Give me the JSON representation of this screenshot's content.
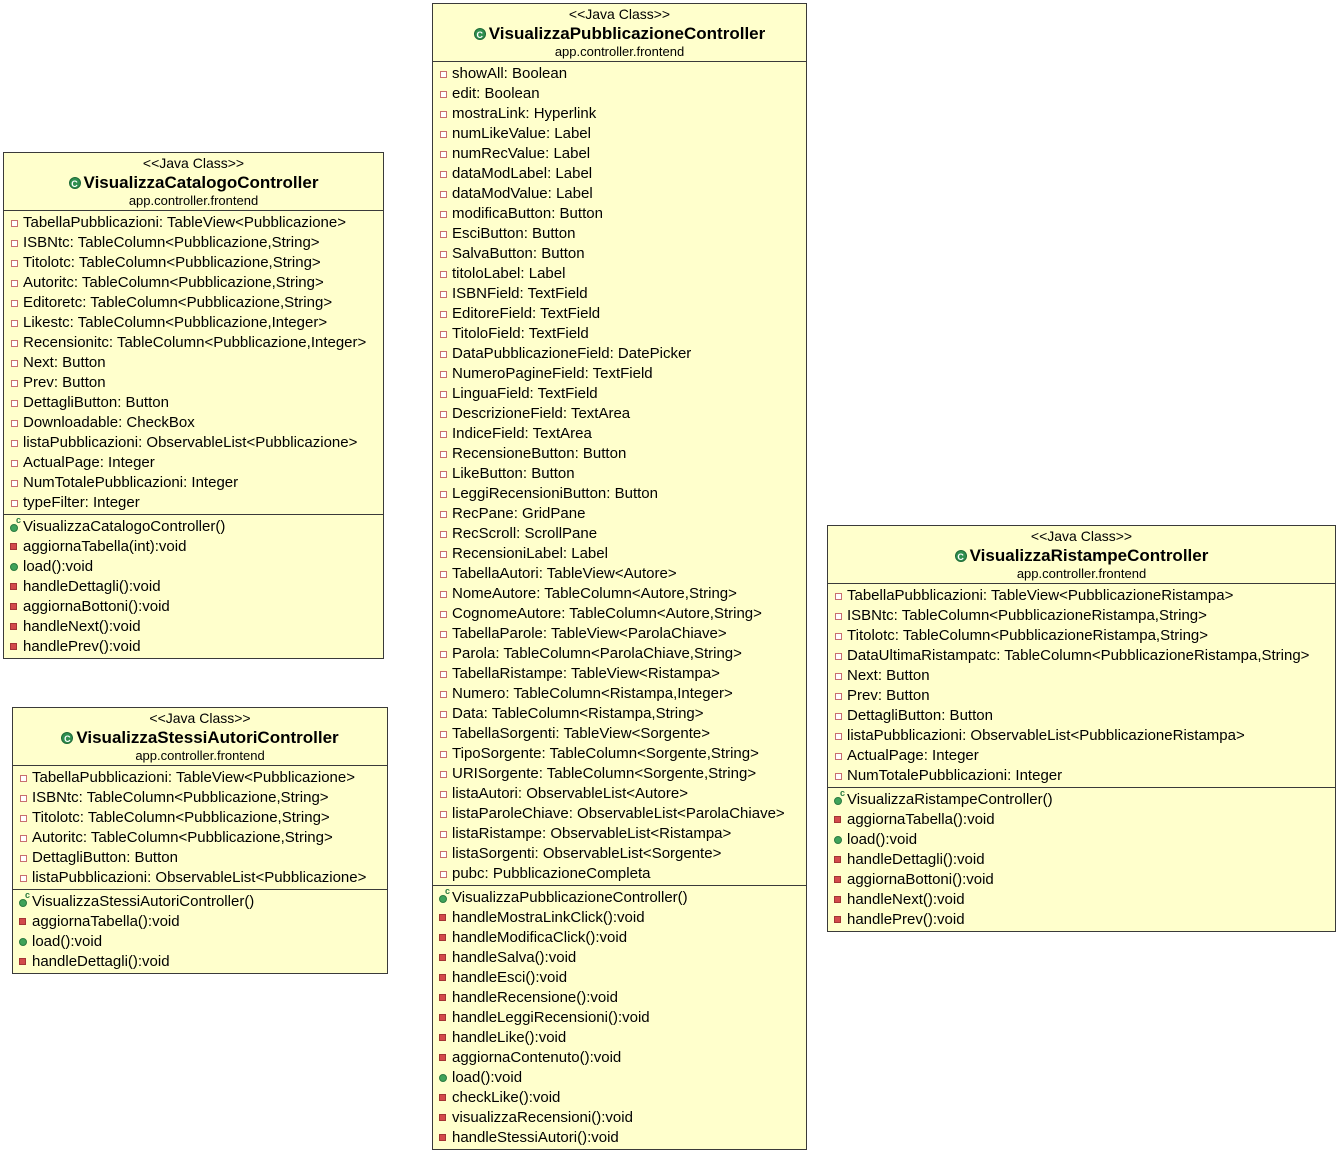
{
  "classes": [
    {
      "id": "catalogo",
      "stereotype": "<<Java Class>>",
      "name": "VisualizzaCatalogoController",
      "package": "app.controller.frontend",
      "fields": [
        "TabellaPubblicazioni: TableView<Pubblicazione>",
        "ISBNtc: TableColumn<Pubblicazione,String>",
        "Titolotc: TableColumn<Pubblicazione,String>",
        "Autoritc: TableColumn<Pubblicazione,String>",
        "Editoretc: TableColumn<Pubblicazione,String>",
        "Likestc: TableColumn<Pubblicazione,Integer>",
        "Recensionitc: TableColumn<Pubblicazione,Integer>",
        "Next: Button",
        "Prev: Button",
        "DettagliButton: Button",
        "Downloadable: CheckBox",
        "listaPubblicazioni: ObservableList<Pubblicazione>",
        "ActualPage: Integer",
        "NumTotalePubblicazioni: Integer",
        "typeFilter: Integer"
      ],
      "methods": [
        {
          "text": "VisualizzaCatalogoController()",
          "kind": "constructor"
        },
        {
          "text": "aggiornaTabella(int):void",
          "kind": "private"
        },
        {
          "text": "load():void",
          "kind": "public"
        },
        {
          "text": "handleDettagli():void",
          "kind": "private"
        },
        {
          "text": "aggiornaBottoni():void",
          "kind": "private"
        },
        {
          "text": "handleNext():void",
          "kind": "private"
        },
        {
          "text": "handlePrev():void",
          "kind": "private"
        }
      ]
    },
    {
      "id": "stessiautori",
      "stereotype": "<<Java Class>>",
      "name": "VisualizzaStessiAutoriController",
      "package": "app.controller.frontend",
      "fields": [
        "TabellaPubblicazioni: TableView<Pubblicazione>",
        "ISBNtc: TableColumn<Pubblicazione,String>",
        "Titolotc: TableColumn<Pubblicazione,String>",
        "Autoritc: TableColumn<Pubblicazione,String>",
        "DettagliButton: Button",
        "listaPubblicazioni: ObservableList<Pubblicazione>"
      ],
      "methods": [
        {
          "text": "VisualizzaStessiAutoriController()",
          "kind": "constructor"
        },
        {
          "text": "aggiornaTabella():void",
          "kind": "private"
        },
        {
          "text": "load():void",
          "kind": "public"
        },
        {
          "text": "handleDettagli():void",
          "kind": "private"
        }
      ]
    },
    {
      "id": "pubblicazione",
      "stereotype": "<<Java Class>>",
      "name": "VisualizzaPubblicazioneController",
      "package": "app.controller.frontend",
      "fields": [
        "showAll: Boolean",
        "edit: Boolean",
        "mostraLink: Hyperlink",
        "numLikeValue: Label",
        "numRecValue: Label",
        "dataModLabel: Label",
        "dataModValue: Label",
        "modificaButton: Button",
        "EsciButton: Button",
        "SalvaButton: Button",
        "titoloLabel: Label",
        "ISBNField: TextField",
        "EditoreField: TextField",
        "TitoloField: TextField",
        "DataPubblicazioneField: DatePicker",
        "NumeroPagineField: TextField",
        "LinguaField: TextField",
        "DescrizioneField: TextArea",
        "IndiceField: TextArea",
        "RecensioneButton: Button",
        "LikeButton: Button",
        "LeggiRecensioniButton: Button",
        "RecPane: GridPane",
        "RecScroll: ScrollPane",
        "RecensioniLabel: Label",
        "TabellaAutori: TableView<Autore>",
        "NomeAutore: TableColumn<Autore,String>",
        "CognomeAutore: TableColumn<Autore,String>",
        "TabellaParole: TableView<ParolaChiave>",
        "Parola: TableColumn<ParolaChiave,String>",
        "TabellaRistampe: TableView<Ristampa>",
        "Numero: TableColumn<Ristampa,Integer>",
        "Data: TableColumn<Ristampa,String>",
        "TabellaSorgenti: TableView<Sorgente>",
        "TipoSorgente: TableColumn<Sorgente,String>",
        "URISorgente: TableColumn<Sorgente,String>",
        "listaAutori: ObservableList<Autore>",
        "listaParoleChiave: ObservableList<ParolaChiave>",
        "listaRistampe: ObservableList<Ristampa>",
        "listaSorgenti: ObservableList<Sorgente>",
        "pubc: PubblicazioneCompleta"
      ],
      "methods": [
        {
          "text": "VisualizzaPubblicazioneController()",
          "kind": "constructor"
        },
        {
          "text": "handleMostraLinkClick():void",
          "kind": "private"
        },
        {
          "text": "handleModificaClick():void",
          "kind": "private"
        },
        {
          "text": "handleSalva():void",
          "kind": "private"
        },
        {
          "text": "handleEsci():void",
          "kind": "private"
        },
        {
          "text": "handleRecensione():void",
          "kind": "private"
        },
        {
          "text": "handleLeggiRecensioni():void",
          "kind": "private"
        },
        {
          "text": "handleLike():void",
          "kind": "private"
        },
        {
          "text": "aggiornaContenuto():void",
          "kind": "private"
        },
        {
          "text": "load():void",
          "kind": "public"
        },
        {
          "text": "checkLike():void",
          "kind": "private"
        },
        {
          "text": "visualizzaRecensioni():void",
          "kind": "private"
        },
        {
          "text": "handleStessiAutori():void",
          "kind": "private"
        }
      ]
    },
    {
      "id": "ristampe",
      "stereotype": "<<Java Class>>",
      "name": "VisualizzaRistampeController",
      "package": "app.controller.frontend",
      "fields": [
        "TabellaPubblicazioni: TableView<PubblicazioneRistampa>",
        "ISBNtc: TableColumn<PubblicazioneRistampa,String>",
        "Titolotc: TableColumn<PubblicazioneRistampa,String>",
        "DataUltimaRistampatc: TableColumn<PubblicazioneRistampa,String>",
        "Next: Button",
        "Prev: Button",
        "DettagliButton: Button",
        "listaPubblicazioni: ObservableList<PubblicazioneRistampa>",
        "ActualPage: Integer",
        "NumTotalePubblicazioni: Integer"
      ],
      "methods": [
        {
          "text": "VisualizzaRistampeController()",
          "kind": "constructor"
        },
        {
          "text": "aggiornaTabella():void",
          "kind": "private"
        },
        {
          "text": "load():void",
          "kind": "public"
        },
        {
          "text": "handleDettagli():void",
          "kind": "private"
        },
        {
          "text": "aggiornaBottoni():void",
          "kind": "private"
        },
        {
          "text": "handleNext():void",
          "kind": "private"
        },
        {
          "text": "handlePrev():void",
          "kind": "private"
        }
      ]
    }
  ]
}
